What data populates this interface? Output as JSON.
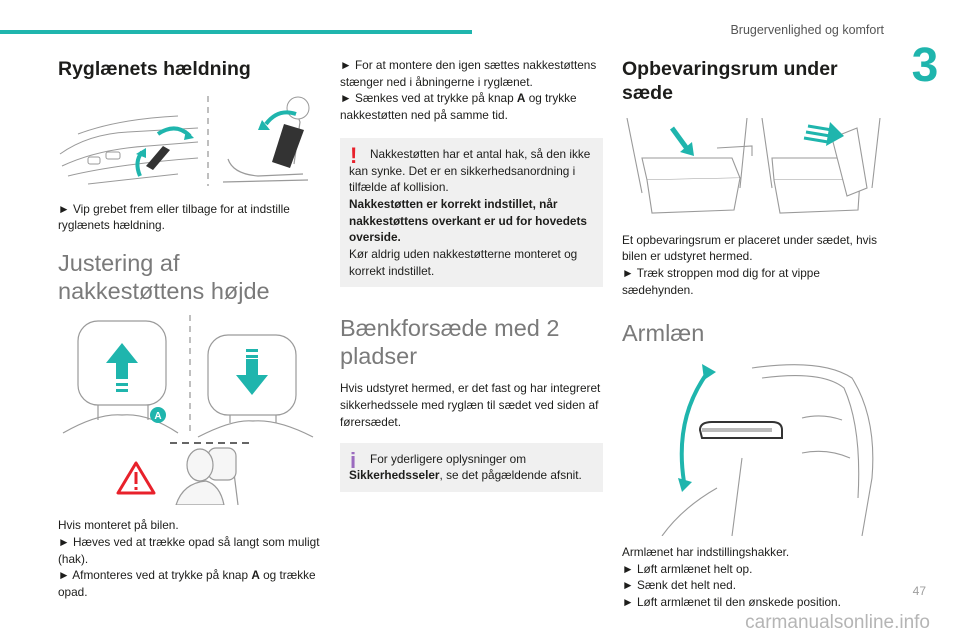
{
  "header": {
    "chapter_title": "Brugervenlighed og komfort",
    "chapter_number": "3",
    "accent_color": "#1fb5ad"
  },
  "col1": {
    "h1": "Ryglænets hældning",
    "p1": "► Vip grebet frem eller tilbage for at indstille ryglænets hældning.",
    "h2": "Justering af nakkestøttens højde",
    "callout": "A",
    "p2_l1": "Hvis monteret på bilen.",
    "p2_l2": "► Hæves ved at trække opad så langt som muligt (hak).",
    "p2_l3a": "► Afmonteres ved at trykke på knap ",
    "p2_l3b": "A",
    "p2_l3c": " og trække opad."
  },
  "col2": {
    "p1a": "► For at montere den igen sættes nakkestøttens stænger ned i åbningerne i ryglænet.",
    "p1b_a": "► Sænkes ved at trykke på knap ",
    "p1b_b": "A",
    "p1b_c": " og trykke nakkestøtten ned på samme tid.",
    "warn_text": "Nakkestøtten har et antal hak, så den ikke kan synke. Det er en sikkerhedsanordning i tilfælde af kollision.",
    "warn_bold": "Nakkestøtten er korrekt indstillet, når nakkestøttens overkant er ud for hovedets overside.",
    "warn_tail": "Kør aldrig uden nakkestøtterne monteret og korrekt indstillet.",
    "h1": "Bænkforsæde med 2 pladser",
    "p2": "Hvis udstyret hermed, er det fast og har integreret sikkerhedssele med ryglæn til sædet ved siden af førersædet.",
    "info_a": "For yderligere oplysninger om ",
    "info_b": "Sikkerhedsseler",
    "info_c": ", se det pågældende afsnit."
  },
  "col3": {
    "h1": "Opbevaringsrum under sæde",
    "p1_l1": "Et opbevaringsrum er placeret under sædet, hvis bilen er udstyret hermed.",
    "p1_l2": "► Træk stroppen mod dig for at vippe sædehynden.",
    "h2": "Armlæn",
    "p2_l1": "Armlænet har indstillingshakker.",
    "p2_l2": "► Løft armlænet helt op.",
    "p2_l3": "► Sænk det helt ned.",
    "p2_l4": "► Løft armlænet til den ønskede position."
  },
  "footer": {
    "page_number": "47",
    "watermark": "carmanualsonline.info"
  }
}
